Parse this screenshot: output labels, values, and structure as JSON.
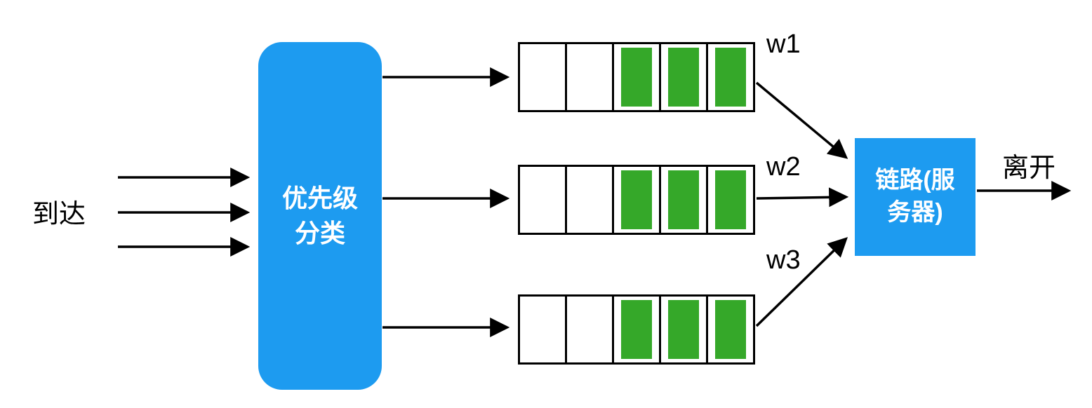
{
  "diagram": {
    "arrival_label": "到达",
    "classifier": {
      "line1": "优先级",
      "line2": "分类"
    },
    "queues": [
      {
        "label": "w1",
        "cells": [
          false,
          false,
          true,
          true,
          true
        ]
      },
      {
        "label": "w2",
        "cells": [
          false,
          false,
          true,
          true,
          true
        ]
      },
      {
        "label": "w3",
        "cells": [
          false,
          false,
          true,
          true,
          true
        ]
      }
    ],
    "server": {
      "line1": "链路(服",
      "line2": "务器)"
    },
    "departure_label": "离开",
    "colors": {
      "accent_blue": "#1d9bf0",
      "packet_green": "#35a829"
    }
  }
}
